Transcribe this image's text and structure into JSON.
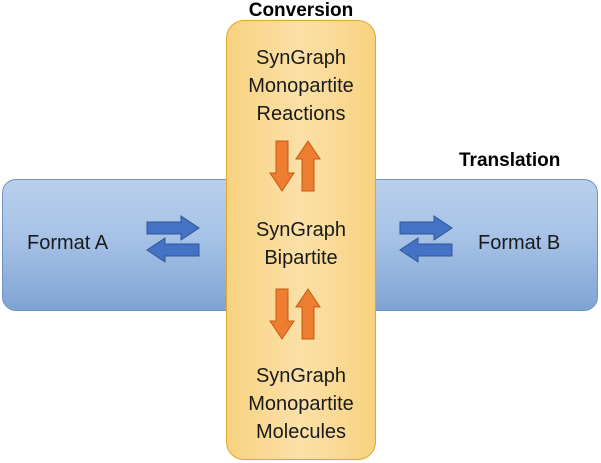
{
  "titles": {
    "conversion": "Conversion",
    "translation": "Translation"
  },
  "formats": {
    "a": "Format A",
    "b": "Format B"
  },
  "nodes": {
    "reactions": [
      "SynGraph",
      "Monopartite",
      "Reactions"
    ],
    "bipartite": [
      "SynGraph",
      "Bipartite"
    ],
    "molecules": [
      "SynGraph",
      "Monopartite",
      "Molecules"
    ]
  },
  "colors": {
    "translation_bar": "#a6c2e6",
    "conversion_bar": "#fbe0a8",
    "translation_arrow": "#4472c4",
    "conversion_arrow": "#ed7d31"
  },
  "icons": {
    "translation_arrows": "double-horizontal-arrows-icon",
    "conversion_arrows": "double-vertical-arrows-icon"
  }
}
